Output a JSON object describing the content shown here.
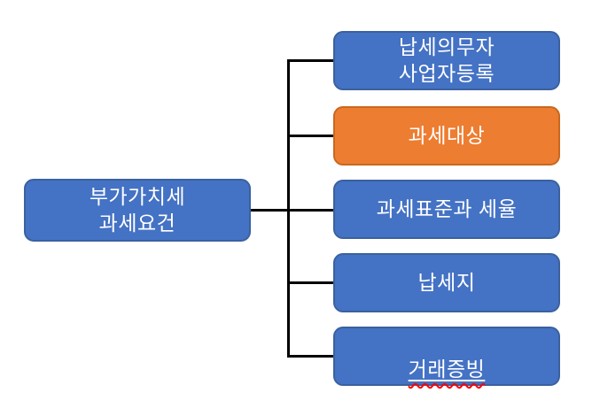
{
  "colors": {
    "node_blue_fill": "#4472C4",
    "node_blue_border": "#3B619E",
    "node_orange_fill": "#ED7D31",
    "node_orange_border": "#C9681D",
    "connector": "#000000",
    "label_text": "#FFFFFF",
    "spellcheck_squiggle": "#FF0000",
    "background": "#FFFFFF"
  },
  "diagram": {
    "root": {
      "label": "부가가치세\n과세요건",
      "fill": "#4472C4",
      "border": "#3B619E"
    },
    "children": [
      {
        "label": "납세의무자\n사업자등록",
        "fill": "#4472C4",
        "border": "#3B619E"
      },
      {
        "label": "과세대상",
        "fill": "#ED7D31",
        "border": "#C9681D"
      },
      {
        "label": "과세표준과 세율",
        "fill": "#4472C4",
        "border": "#3B619E"
      },
      {
        "label": "납세지",
        "fill": "#4472C4",
        "border": "#3B619E"
      },
      {
        "label": "거래증빙",
        "fill": "#4472C4",
        "border": "#3B619E",
        "underline": true,
        "spellcheck_flag": true
      }
    ]
  }
}
